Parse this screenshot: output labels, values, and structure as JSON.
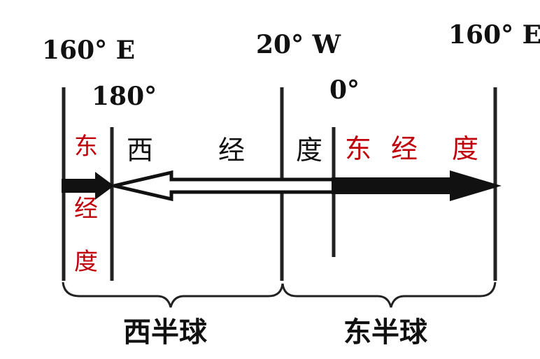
{
  "meridian_labels": {
    "left_top": "160° E",
    "middle_top": "20°  W",
    "right_top": "160°  E",
    "date_line": "180°",
    "prime": "0°"
  },
  "longitude_labels": {
    "west_1": "西",
    "west_2": "经",
    "west_3": "度",
    "east_1": "东",
    "east_2": "经",
    "east_3": "度",
    "side_1": "东",
    "side_2": "经",
    "side_3": "度"
  },
  "hemispheres": {
    "west": "西半球",
    "east": "东半球"
  },
  "colors": {
    "line": "#222222",
    "east_text": "#c0000b",
    "label_text": "#111111"
  }
}
